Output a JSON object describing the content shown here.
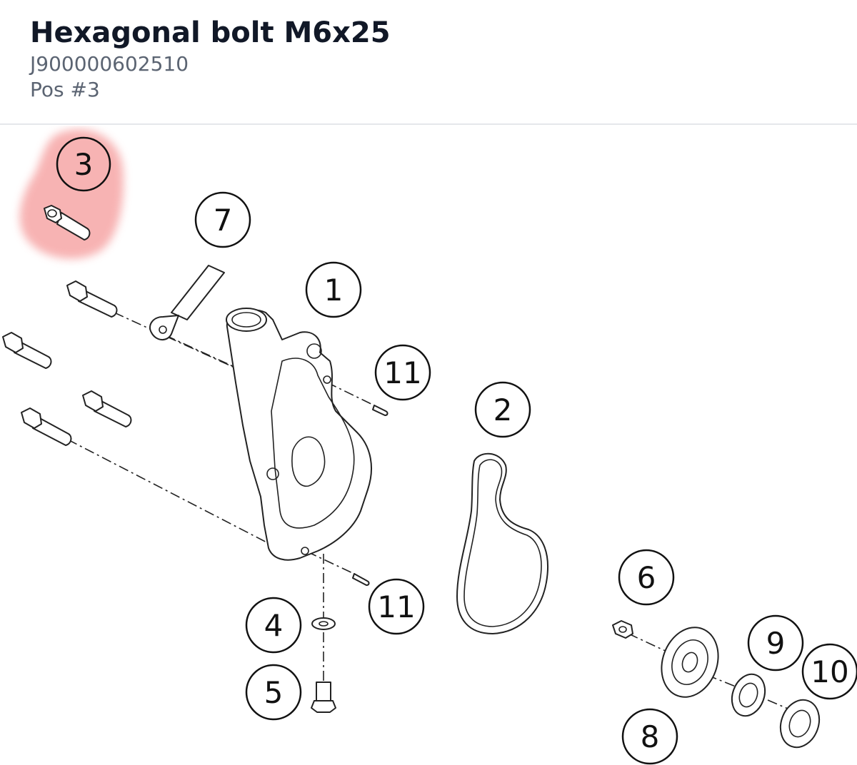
{
  "part": {
    "title": "Hexagonal bolt M6x25",
    "sku": "J900000602510",
    "position": "Pos #3"
  },
  "diagram": {
    "highlight_color": "#f59a9a",
    "callouts": {
      "c1": "1",
      "c2": "2",
      "c3": "3",
      "c4": "4",
      "c5": "5",
      "c6": "6",
      "c7": "7",
      "c8": "8",
      "c9": "9",
      "c10": "10",
      "c11a": "11",
      "c11b": "11"
    }
  }
}
